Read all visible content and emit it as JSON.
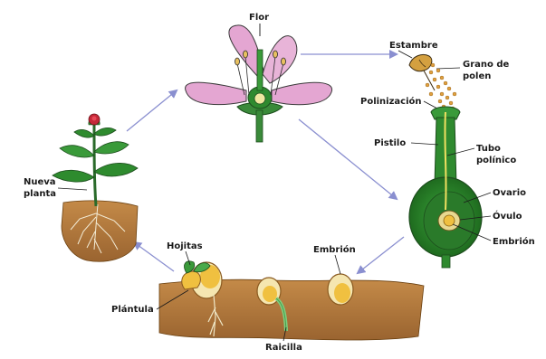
{
  "labels": {
    "flor": "Flor",
    "estambre": "Estambre",
    "grano_de_polen_line1": "Grano de",
    "grano_de_polen_line2": "polen",
    "polinizacion": "Polinización",
    "pistilo": "Pistilo",
    "tubo_polinico_line1": "Tubo",
    "tubo_polinico_line2": "polínico",
    "ovario": "Ovario",
    "ovulo": "Óvulo",
    "embrion_right": "Embrión",
    "embrion_seed": "Embrión",
    "hojitas": "Hojitas",
    "plantula": "Plántula",
    "raicilla": "Raicilla",
    "nueva_planta_line1": "Nueva",
    "nueva_planta_line2": "planta"
  },
  "colors": {
    "arrow": "#8a8fd0",
    "soil": "#b07a3c",
    "soil_dark": "#8a5a28",
    "leaf": "#2e8b2e",
    "leaf_dark": "#1d5e1d",
    "petal": "#e8b4d8",
    "seed": "#f0c040",
    "pollen": "#e0a040"
  }
}
